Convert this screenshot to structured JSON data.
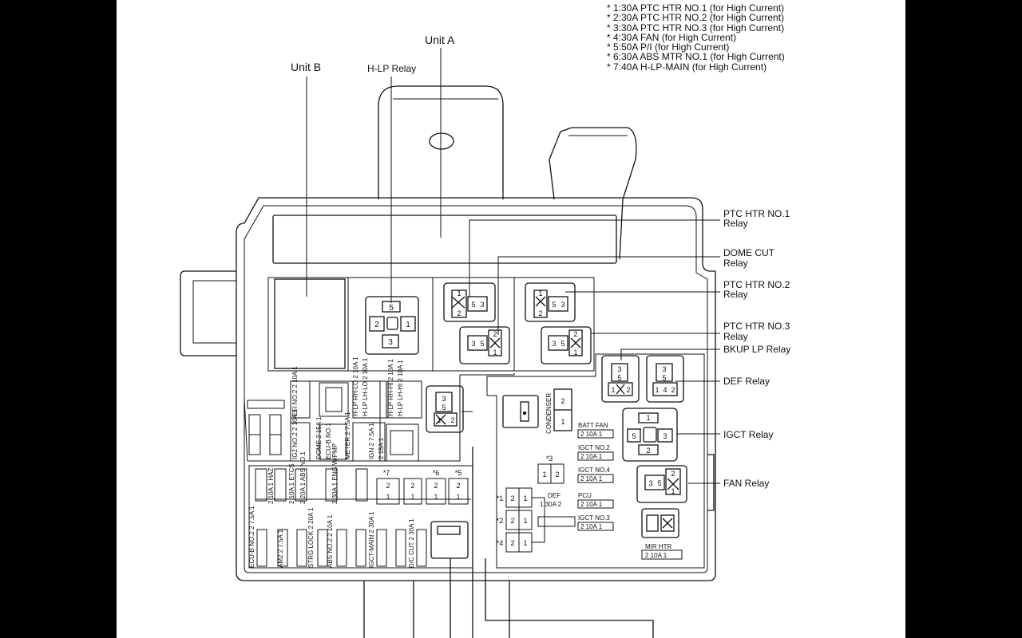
{
  "notes": [
    "* 1:30A PTC HTR NO.1 (for High Current)",
    "* 2:30A PTC HTR NO.2 (for High Current)",
    "* 3:30A PTC HTR NO.3 (for High Current)",
    "* 4:30A FAN (for High Current)",
    "* 5:50A P/I (for High Current)",
    "* 6:30A ABS MTR NO.1 (for High Current)",
    "* 7:40A H-LP-MAIN (for High Current)"
  ],
  "callouts": {
    "unit_a": "Unit A",
    "unit_b": "Unit B",
    "hlp_relay": "H-LP Relay",
    "ptc1_relay": [
      "PTC HTR NO.1",
      "Relay"
    ],
    "dome_cut_relay": [
      "DOME CUT",
      "Relay"
    ],
    "ptc2_relay": [
      "PTC HTR NO.2",
      "Relay"
    ],
    "ptc3_relay": [
      "PTC HTR NO.3",
      "Relay"
    ],
    "bkup_lp_relay": "BKUP LP Relay",
    "def_relay": "DEF Relay",
    "igct_relay": "IGCT Relay",
    "fan_relay": "FAN Relay"
  },
  "relay_pins": {
    "hlp": [
      "5",
      "2",
      "1",
      "3"
    ],
    "ptc1": [
      "1",
      "2",
      "5",
      "3"
    ],
    "dome_cut": [
      "2",
      "3",
      "5",
      "1"
    ],
    "ptc2": [
      "1",
      "2",
      "5",
      "3"
    ],
    "ptc3": [
      "2",
      "3",
      "5",
      "1"
    ],
    "bkup_lp": [
      "3",
      "5",
      "1",
      "2"
    ],
    "def": [
      "3",
      "5",
      "1",
      "4",
      "2"
    ],
    "igct": [
      "1",
      "5",
      "3",
      "2"
    ],
    "fan": [
      "3",
      "5",
      "2",
      "1"
    ],
    "left_small": [
      "3",
      "5",
      "1",
      "2"
    ],
    "hc_row": [
      "2",
      "1"
    ],
    "hc_3": [
      "1",
      "2"
    ]
  },
  "upper_fuses": [
    {
      "name": "EFI NO.2",
      "amp": "10A"
    },
    {
      "name": "H-LP RH-LO",
      "amp": "10A"
    },
    {
      "name": "H-LP LH-LO",
      "amp": "10A"
    },
    {
      "name": "H-LP RH-HI",
      "amp": "10A"
    },
    {
      "name": "H-LP LH-HI",
      "amp": "10A"
    },
    {
      "name": "IG2 NO.2",
      "amp": "10A"
    },
    {
      "name": "DOME",
      "amp": "15A"
    },
    {
      "name": "ECU-B NO.1",
      "amp": ""
    },
    {
      "name": "METER",
      "amp": "7.5A"
    },
    {
      "name": "IGN",
      "amp": "7.5A"
    },
    {
      "name": "",
      "amp": "15A"
    }
  ],
  "mid_fuses": [
    {
      "name": "HAZ",
      "amp": "10A"
    },
    {
      "name": "ETCS",
      "amp": "10A"
    },
    {
      "name": "ABS NO.1",
      "amp": "20A"
    },
    {
      "name": "ENG W/PMP",
      "amp": "30A"
    }
  ],
  "lower_fuses": [
    {
      "name": "ECU-B NO.2",
      "amp": "7.5A"
    },
    {
      "name": "AM2",
      "amp": "7.5A"
    },
    {
      "name": "STRG LOCK",
      "amp": "20A"
    },
    {
      "name": "ABS NO.2",
      "amp": "10A"
    },
    {
      "name": "IGCT-MAIN",
      "amp": "30A"
    },
    {
      "name": "D/C CUT",
      "amp": "30A"
    }
  ],
  "right_fuses": [
    {
      "name": "BATT FAN",
      "amp": "10A"
    },
    {
      "name": "IGCT NO.2",
      "amp": "10A"
    },
    {
      "name": "IGCT NO.4",
      "amp": "10A"
    },
    {
      "name": "PCU",
      "amp": "10A"
    },
    {
      "name": "IGCT NO.3",
      "amp": "10A"
    },
    {
      "name": "MIR HTR",
      "amp": "10A"
    },
    {
      "name": "DEF",
      "amp": "30A"
    }
  ],
  "fuse_pins": [
    "2",
    "1"
  ],
  "hc_marks": [
    "*7",
    "*6",
    "*5",
    "*3",
    "*1",
    "*2",
    "*4"
  ],
  "condenser": {
    "label": "CONDENSER",
    "pins": [
      "2",
      "1"
    ]
  }
}
